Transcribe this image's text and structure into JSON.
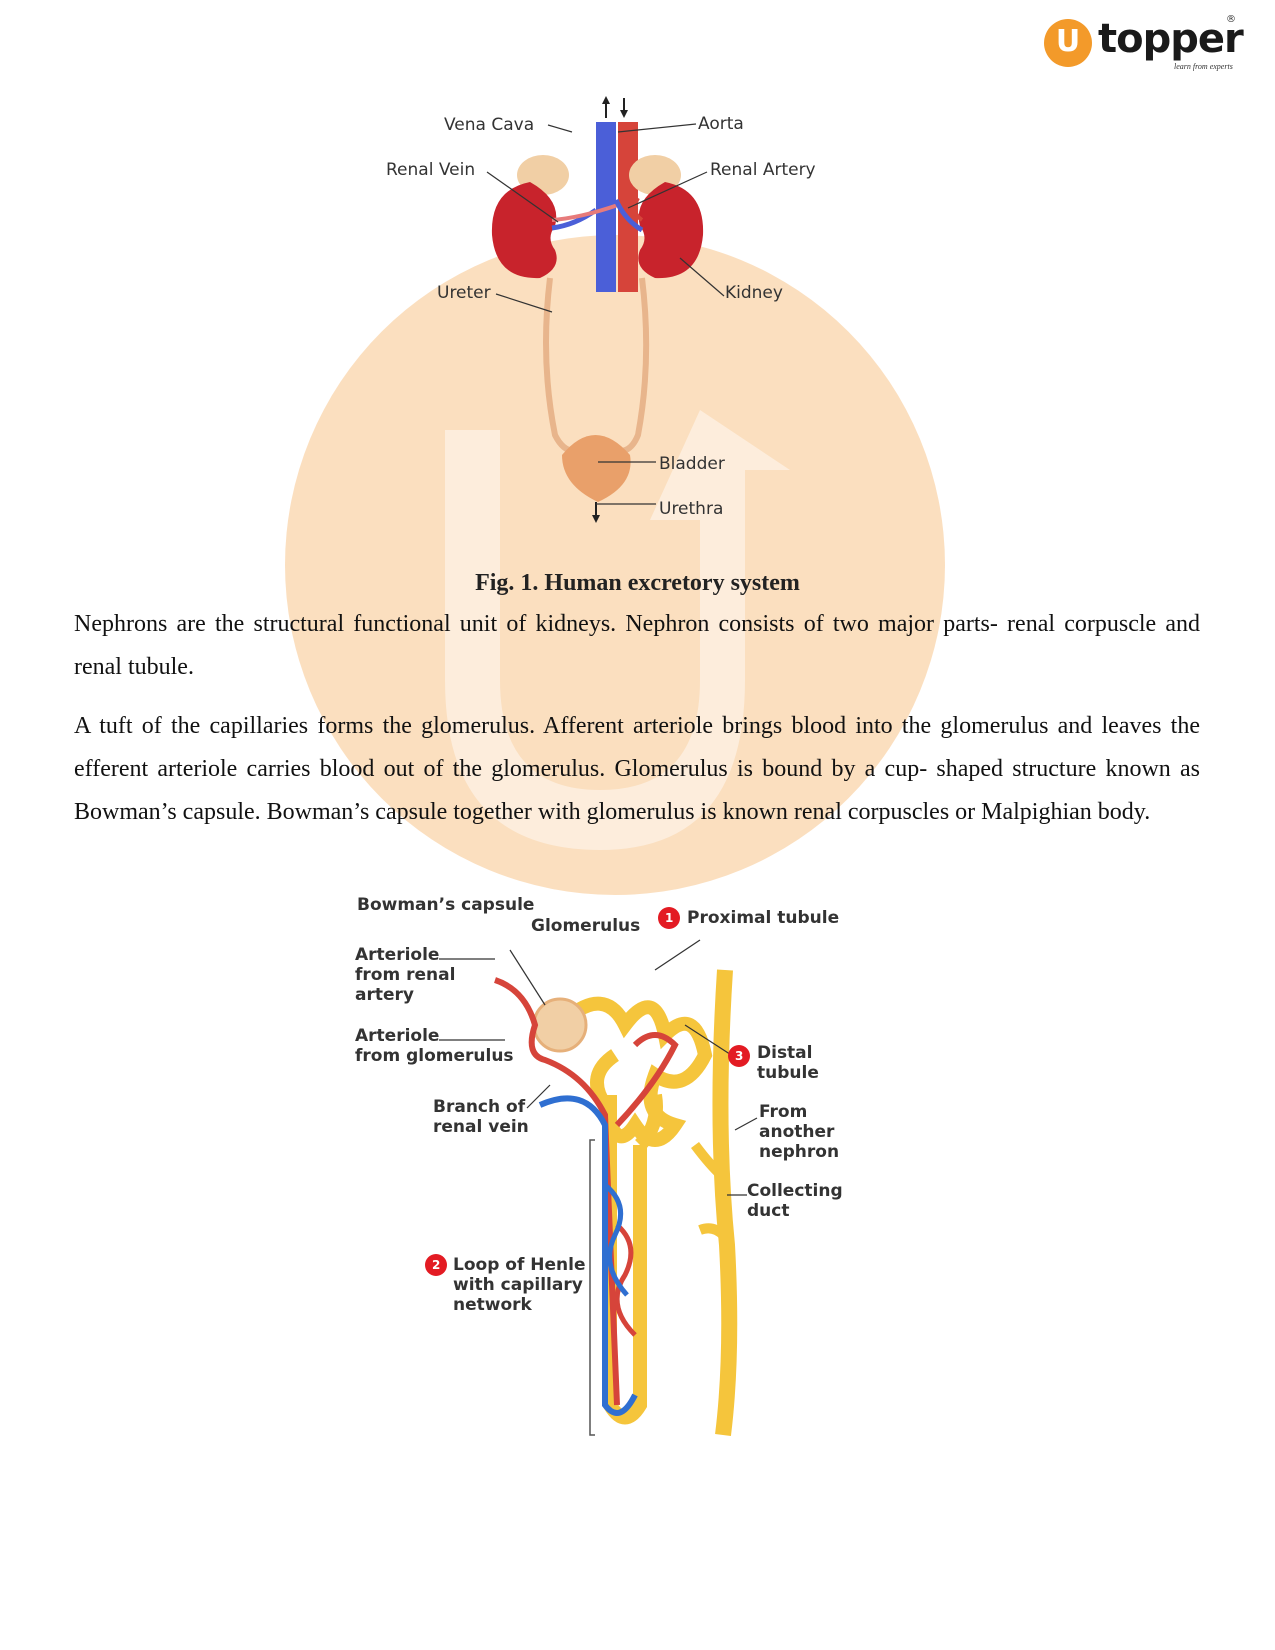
{
  "logo": {
    "mark": "U",
    "name": "topper",
    "registered": "®",
    "tagline": "learn from experts"
  },
  "figure1": {
    "labels": {
      "vena_cava": "Vena Cava",
      "aorta": "Aorta",
      "renal_vein": "Renal Vein",
      "renal_artery": "Renal Artery",
      "ureter": "Ureter",
      "kidney": "Kidney",
      "bladder": "Bladder",
      "urethra": "Urethra"
    },
    "caption": "Fig. 1. Human excretory system"
  },
  "paragraphs": [
    "Nephrons are the structural functional unit of kidneys. Nephron consists of two major parts- renal corpuscle and renal tubule.",
    "A tuft of the capillaries forms the glomerulus. Afferent arteriole brings blood into the glomerulus and leaves the efferent arteriole carries blood out of the glomerulus. Glomerulus is bound by a cup- shaped structure known as Bowman’s capsule.  Bowman’s capsule together with glomerulus is known renal corpuscles or Malpighian body."
  ],
  "figure2": {
    "labels": {
      "bowmans_capsule": "Bowman’s capsule",
      "glomerulus": "Glomerulus",
      "proximal_tubule": "Proximal tubule",
      "arteriole_renal_1": "Arteriole",
      "arteriole_renal_2": "from renal",
      "arteriole_renal_3": "artery",
      "arteriole_glom_1": "Arteriole",
      "arteriole_glom_2": "from glomerulus",
      "distal_1": "Distal",
      "distal_2": "tubule",
      "branch_1": "Branch of",
      "branch_2": "renal vein",
      "from_1": "From",
      "from_2": "another",
      "from_3": "nephron",
      "collecting_1": "Collecting",
      "collecting_2": "duct",
      "loop_1": "Loop of Henle",
      "loop_2": "with capillary",
      "loop_3": "network"
    },
    "badges": {
      "one": "1",
      "two": "2",
      "three": "3"
    }
  },
  "colors": {
    "brand_orange": "#f39a2a",
    "vein_blue": "#4b5fd8",
    "artery_red": "#d6443a",
    "kidney_red": "#c8232c",
    "tubule_yellow": "#f5c53c"
  }
}
